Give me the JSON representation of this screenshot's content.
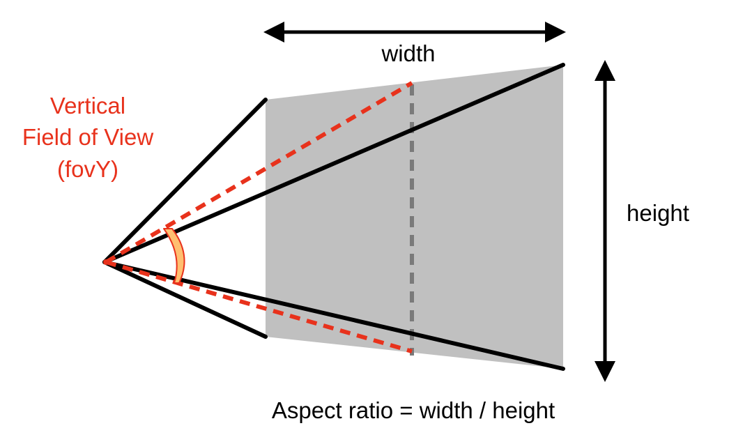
{
  "labels": {
    "fov_line1": "Vertical",
    "fov_line2": "Field of View",
    "fov_line3": "(fovY)",
    "width": "width",
    "height": "height",
    "aspect": "Aspect ratio = width / height"
  },
  "colors": {
    "frustum_fill": "#c0c0c0",
    "edge": "#000000",
    "fov_lines": "#e8321c",
    "fov_label": "#e8321c",
    "center_dashed": "#7a7a7a",
    "angle_marker_fill": "#ffbf70",
    "angle_marker_stroke": "#e8321c"
  }
}
